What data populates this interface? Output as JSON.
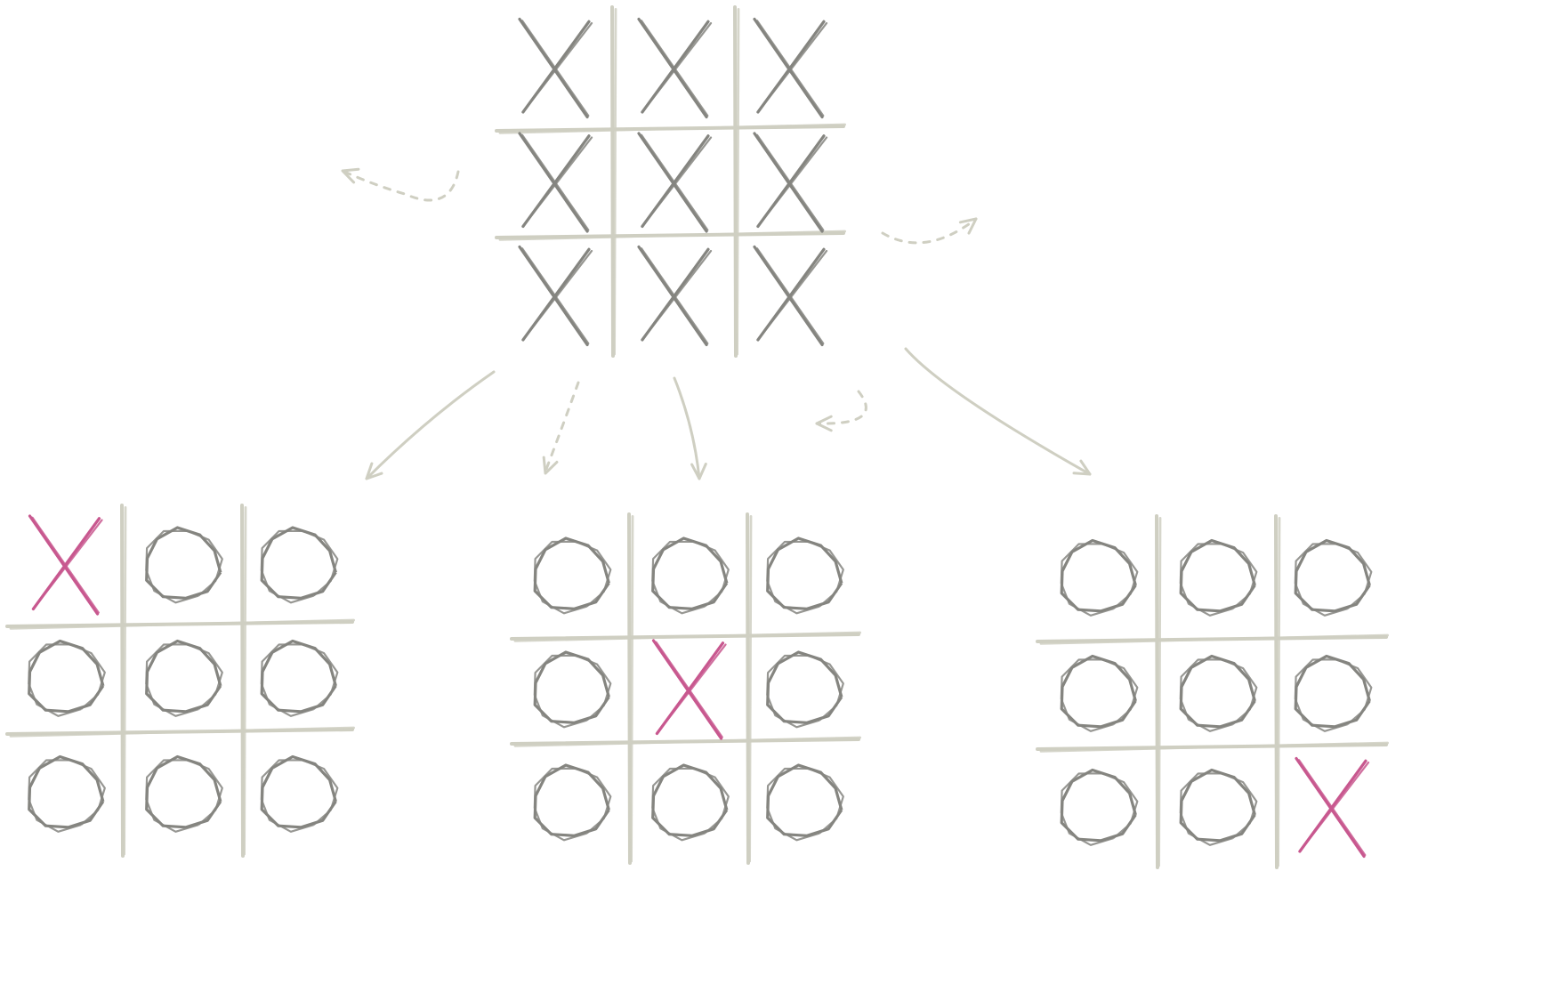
{
  "colors": {
    "background": "#ffffff",
    "grid": "#cfcfc2",
    "mark": "#858580",
    "highlight": "#c8588f",
    "arrow": "#cfcfc2"
  },
  "boards": [
    {
      "id": "root",
      "cells": [
        "X",
        "X",
        "X",
        "X",
        "X",
        "X",
        "X",
        "X",
        "X"
      ],
      "highlight": null
    },
    {
      "id": "child-1",
      "cells": [
        "X",
        "O",
        "O",
        "O",
        "O",
        "O",
        "O",
        "O",
        "O"
      ],
      "highlight": 0
    },
    {
      "id": "child-2",
      "cells": [
        "O",
        "O",
        "O",
        "O",
        "X",
        "O",
        "O",
        "O",
        "O"
      ],
      "highlight": 4
    },
    {
      "id": "child-3",
      "cells": [
        "O",
        "O",
        "O",
        "O",
        "O",
        "O",
        "O",
        "O",
        "X"
      ],
      "highlight": 8
    }
  ],
  "arrows": [
    {
      "name": "arrow-to-child-1",
      "style": "solid"
    },
    {
      "name": "arrow-dashed-left-down",
      "style": "dashed"
    },
    {
      "name": "arrow-to-child-2",
      "style": "solid"
    },
    {
      "name": "arrow-dashed-curl",
      "style": "dashed"
    },
    {
      "name": "arrow-to-child-3",
      "style": "solid"
    },
    {
      "name": "arrow-dashed-upper-left",
      "style": "dashed"
    },
    {
      "name": "arrow-dashed-upper-right",
      "style": "dashed"
    }
  ]
}
